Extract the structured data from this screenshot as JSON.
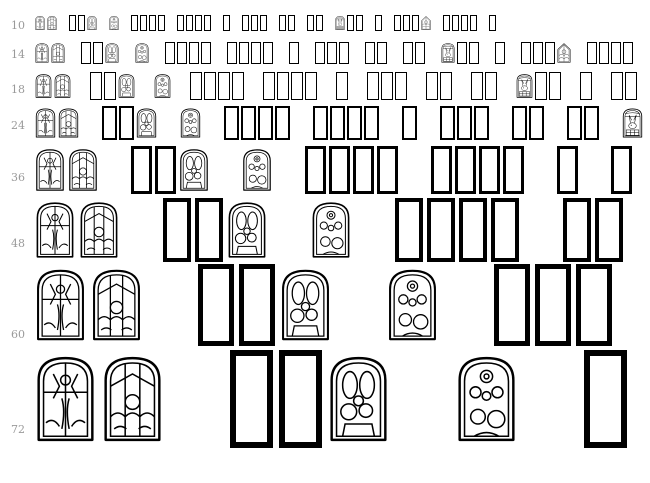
{
  "sizes": [
    "10",
    "14",
    "18",
    "24",
    "36",
    "48",
    "60",
    "72"
  ],
  "sample_glyphs": [
    "church-window-a",
    "church-window-b",
    "notdef-box",
    "notdef-box",
    "flower-window",
    "bouquet-window",
    "notdef-box",
    "notdef-box",
    "notdef-box",
    "notdef-box",
    "notdef-box",
    "notdef-box",
    "notdef-box",
    "notdef-box",
    "notdef-box",
    "notdef-box",
    "notdef-box",
    "notdef-box",
    "notdef-box",
    "notdef-box",
    "notdef-box",
    "notdef-box",
    "bunny-window",
    "notdef-box",
    "notdef-box",
    "notdef-box",
    "notdef-box",
    "notdef-box",
    "notdef-box",
    "gothic-window",
    "notdef-box",
    "notdef-box",
    "notdef-box",
    "notdef-box",
    "notdef-box"
  ],
  "colors": {
    "ink": "#000000",
    "label": "#9a9a9a",
    "background": "#ffffff"
  }
}
